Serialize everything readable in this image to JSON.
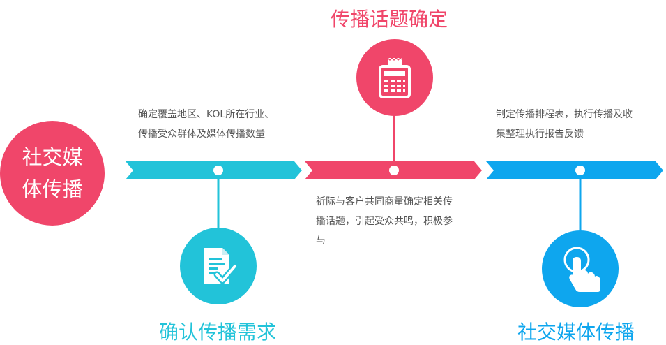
{
  "colors": {
    "cyan": "#22C3D9",
    "red": "#F0466A",
    "blue": "#0EA6EE",
    "main": "#F0466A"
  },
  "center": {
    "label_line1": "社交媒",
    "label_line2": "体传播"
  },
  "steps": [
    {
      "title": "确认传播需求",
      "description_line1": "确定覆盖地区、KOL所在行业、",
      "description_line2": "传播受众群体及媒体传播数量",
      "icon": "document-check-icon"
    },
    {
      "title": "传播话题确定",
      "description_line1": "祈际与客户共同商量确定相关传",
      "description_line2": "播话题，引起受众共鸣，积极参",
      "description_line3": "与",
      "icon": "receipt-calculator-icon"
    },
    {
      "title": "社交媒体传播",
      "description_line1": "制定传播排程表，执行传播及收",
      "description_line2": "集整理执行报告反馈",
      "icon": "touch-hand-icon"
    }
  ]
}
